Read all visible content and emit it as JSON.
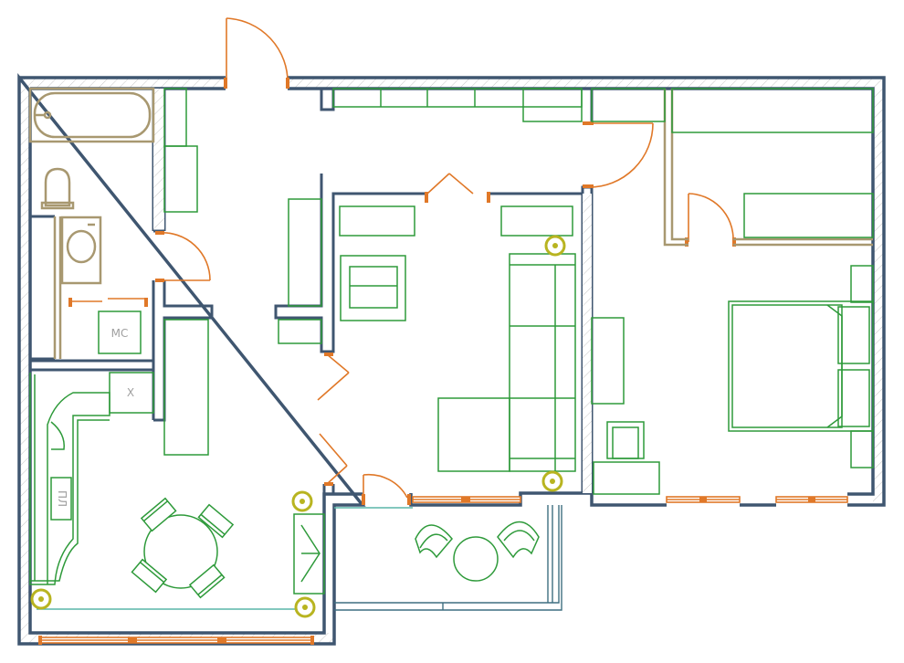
{
  "labels": {
    "washing_machine": "МС",
    "fridge": "Х",
    "stove": "ПЛ"
  },
  "colors": {
    "wall": "#3f5670",
    "furniture": "#2e9a3a",
    "door": "#e07828",
    "sanitary": "#a89870",
    "socket": "#b8b420",
    "glass": "#5ab5a8"
  },
  "icons": [
    "bathtub-icon",
    "toilet-icon",
    "sink-icon",
    "socket-icon"
  ]
}
